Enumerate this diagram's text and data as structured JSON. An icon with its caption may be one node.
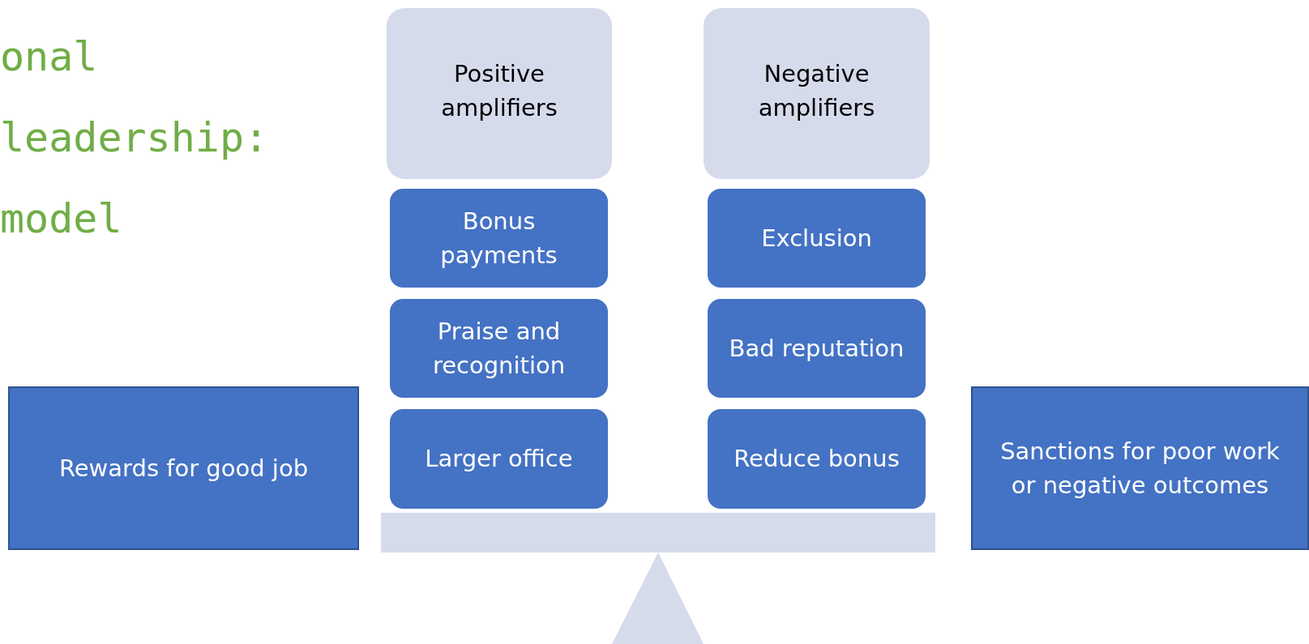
{
  "diagram": {
    "title": "onal leadership: model",
    "nodes": [
      {
        "text": [
          "Positive amplifiers"
        ]
      },
      {
        "text": [
          "Bonus payments"
        ]
      },
      {
        "text": [
          "Praise and recognition"
        ]
      },
      {
        "text": [
          "Larger office"
        ]
      },
      {
        "text": [
          "Negative amplifiers"
        ]
      },
      {
        "text": [
          "Exclusion"
        ]
      },
      {
        "text": [
          "Bad reputation"
        ]
      },
      {
        "text": [
          "Reduce bonus"
        ]
      },
      {
        "text": [
          "Rewards for good job"
        ]
      },
      {
        "text": [
          "Sanctions for poor work or negative outcomes"
        ]
      }
    ],
    "edges": []
  }
}
